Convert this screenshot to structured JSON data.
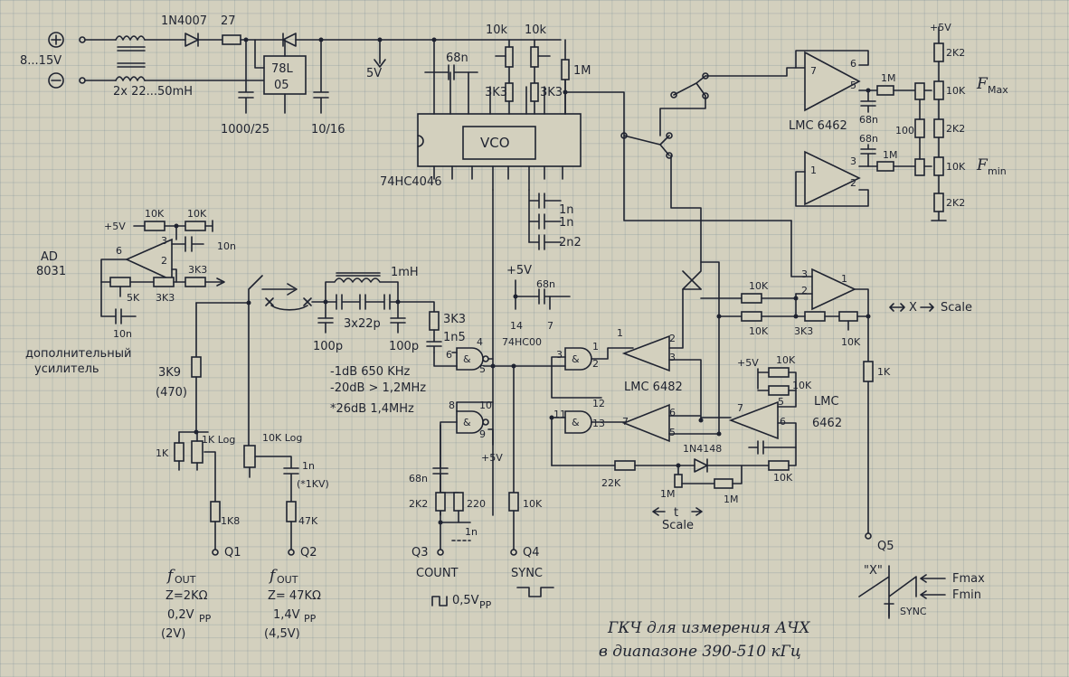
{
  "power": {
    "input_voltage": "8...15V",
    "choke": "2x 22...50mH",
    "diode": "1N4007",
    "resistor": "27",
    "regulator_top": "78L",
    "regulator_bot": "05",
    "cap_in": "1000/25",
    "cap_out": "10/16",
    "rail": "5V"
  },
  "vco": {
    "label": "VCO",
    "chip": "74HC4046",
    "cap": "68n",
    "pot1": "10k",
    "pot2": "10k",
    "r1": "3K3",
    "r2": "3K3",
    "r_bias": "1M",
    "caps": [
      "1n",
      "1n",
      "2n2"
    ]
  },
  "ramp": {
    "opamp": "LMC 6462",
    "vplus": "+5V",
    "r_top": "2K2",
    "r_mid": "100",
    "r_mid2": "2K2",
    "r_bot": "2K2",
    "pot_max": "10K",
    "pot_min": "10K",
    "r_in1": "1M",
    "r_in2": "1M",
    "cap1": "68n",
    "cap2": "68n",
    "fmax_label": "F",
    "fmax_sub": "Max",
    "fmin_label": "F",
    "fmin_sub": "min",
    "pin7": "7",
    "pin6": "6",
    "pin5": "5",
    "pin1": "1",
    "pin3": "3",
    "pin2": "2"
  },
  "amp": {
    "chip": "AD",
    "chip2": "8031",
    "vplus": "+5V",
    "r1": "10K",
    "r2": "10K",
    "cap": "10n",
    "r_fb": "3K3",
    "pot": "5K",
    "r3": "3K3",
    "cap2": "10n",
    "caption1": "дополнительный",
    "caption2": "усилитель",
    "pin6": "6",
    "pin3": "3",
    "pin2": "2"
  },
  "filter": {
    "inductor": "1mH",
    "caps": "3x22p",
    "c_left": "100p",
    "c_right": "100p",
    "r": "3K3",
    "c": "1n5",
    "resp1": "-1dB   650 KHz",
    "resp2": "-20dB  > 1,2MHz",
    "resp3": "*26dB  1,4MHz"
  },
  "gates": {
    "chip": "74HC00",
    "vplus": "+5V",
    "cap": "68n",
    "pin14": "14",
    "pin7": "7",
    "g1_pins": [
      "6",
      "5",
      "4"
    ],
    "g2_pins": [
      "10",
      "9",
      "8"
    ],
    "g3_pins": [
      "3",
      "2",
      "1"
    ],
    "g4_pins": [
      "11",
      "12",
      "13"
    ],
    "vplus2": "+5V"
  },
  "comparators": {
    "chip": "LMC 6482",
    "chip2": "LMC",
    "chip2b": "6462",
    "diode": "1N4148",
    "r1": "22K",
    "r2": "10K",
    "r3": "10K",
    "r4": "1M",
    "r5": "1M",
    "vplus": "+5V",
    "r6": "10K",
    "r7": "10K",
    "scale_t": "t",
    "scale_label": "Scale"
  },
  "scaleamp": {
    "r1": "10K",
    "r2": "10K",
    "r3": "3K3",
    "pot": "10K",
    "r_out": "1K",
    "scale_label": "Scale",
    "x_label": "X"
  },
  "outputs": {
    "q1": "Q1",
    "q1_pot": "1K Log",
    "q1_r": "3K9",
    "q1_r_alt": "(470)",
    "q1_r2": "1K",
    "q1_r3": "1K8",
    "q1_f": "f",
    "q1_f_sub": "OUT",
    "q1_z": "Z=2KΩ",
    "q1_v": "0,2V",
    "q1_v_sub": "PP",
    "q1_alt": "(2V)",
    "q2": "Q2",
    "q2_pot": "10K Log",
    "q2_cap": "1n",
    "q2_cap_alt": "(*1KV)",
    "q2_r": "47K",
    "q2_f": "f",
    "q2_f_sub": "OUT",
    "q2_z": "Z= 47KΩ",
    "q2_v": "1,4V",
    "q2_v_sub": "PP",
    "q2_alt": "(4,5V)",
    "q3": "Q3",
    "q3_label": "COUNT",
    "q3_sig": "0,5V",
    "q3_sig_sub": "PP",
    "q3_cap": "68n",
    "q3_r1": "2K2",
    "q3_r2": "220",
    "q3_c": "1n",
    "q4": "Q4",
    "q4_label": "SYNC",
    "q4_r": "10K",
    "q5": "Q5",
    "q5_x": "\"X\"",
    "q5_fmax": "Fmax",
    "q5_fmin": "Fmin",
    "q5_sync": "SYNC"
  },
  "title": {
    "line1": "ГКЧ для измерения АЧХ",
    "line2": "в диапазоне  390-510 кГц"
  }
}
